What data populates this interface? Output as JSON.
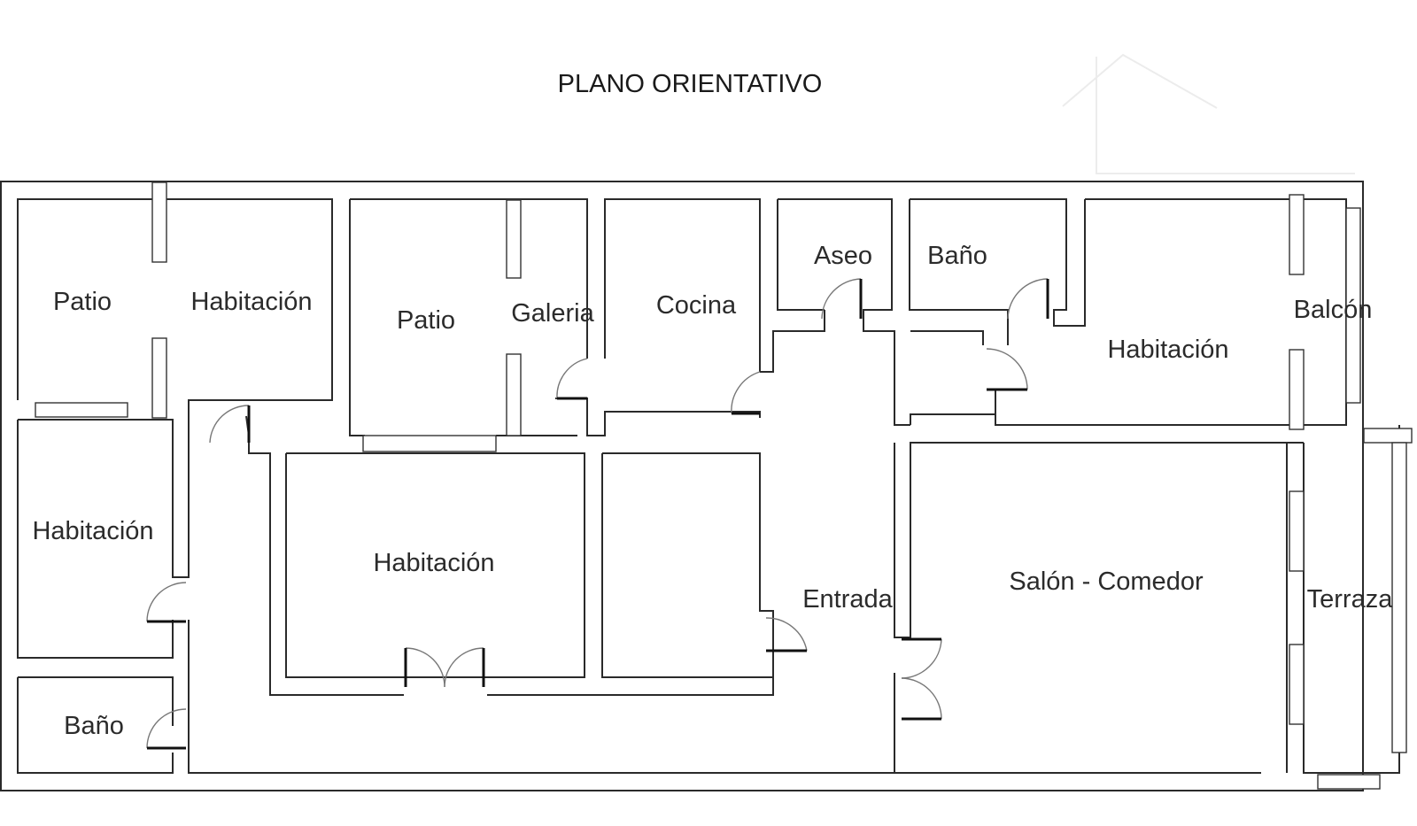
{
  "title": "PLANO ORIENTATIVO",
  "rooms": [
    {
      "label": "Patio"
    },
    {
      "label": "Habitación"
    },
    {
      "label": "Patio"
    },
    {
      "label": "Galeria"
    },
    {
      "label": "Cocina"
    },
    {
      "label": "Aseo"
    },
    {
      "label": "Baño"
    },
    {
      "label": "Balcón"
    },
    {
      "label": "Habitación"
    },
    {
      "label": "Habitación"
    },
    {
      "label": "Habitación"
    },
    {
      "label": "Entrada"
    },
    {
      "label": "Salón - Comedor"
    },
    {
      "label": "Terraza"
    },
    {
      "label": "Baño"
    }
  ],
  "watermark_icon": "house-outline-icon",
  "colors": {
    "walls": "#2a2a2a",
    "text": "#2b2b2b",
    "background": "#ffffff"
  }
}
